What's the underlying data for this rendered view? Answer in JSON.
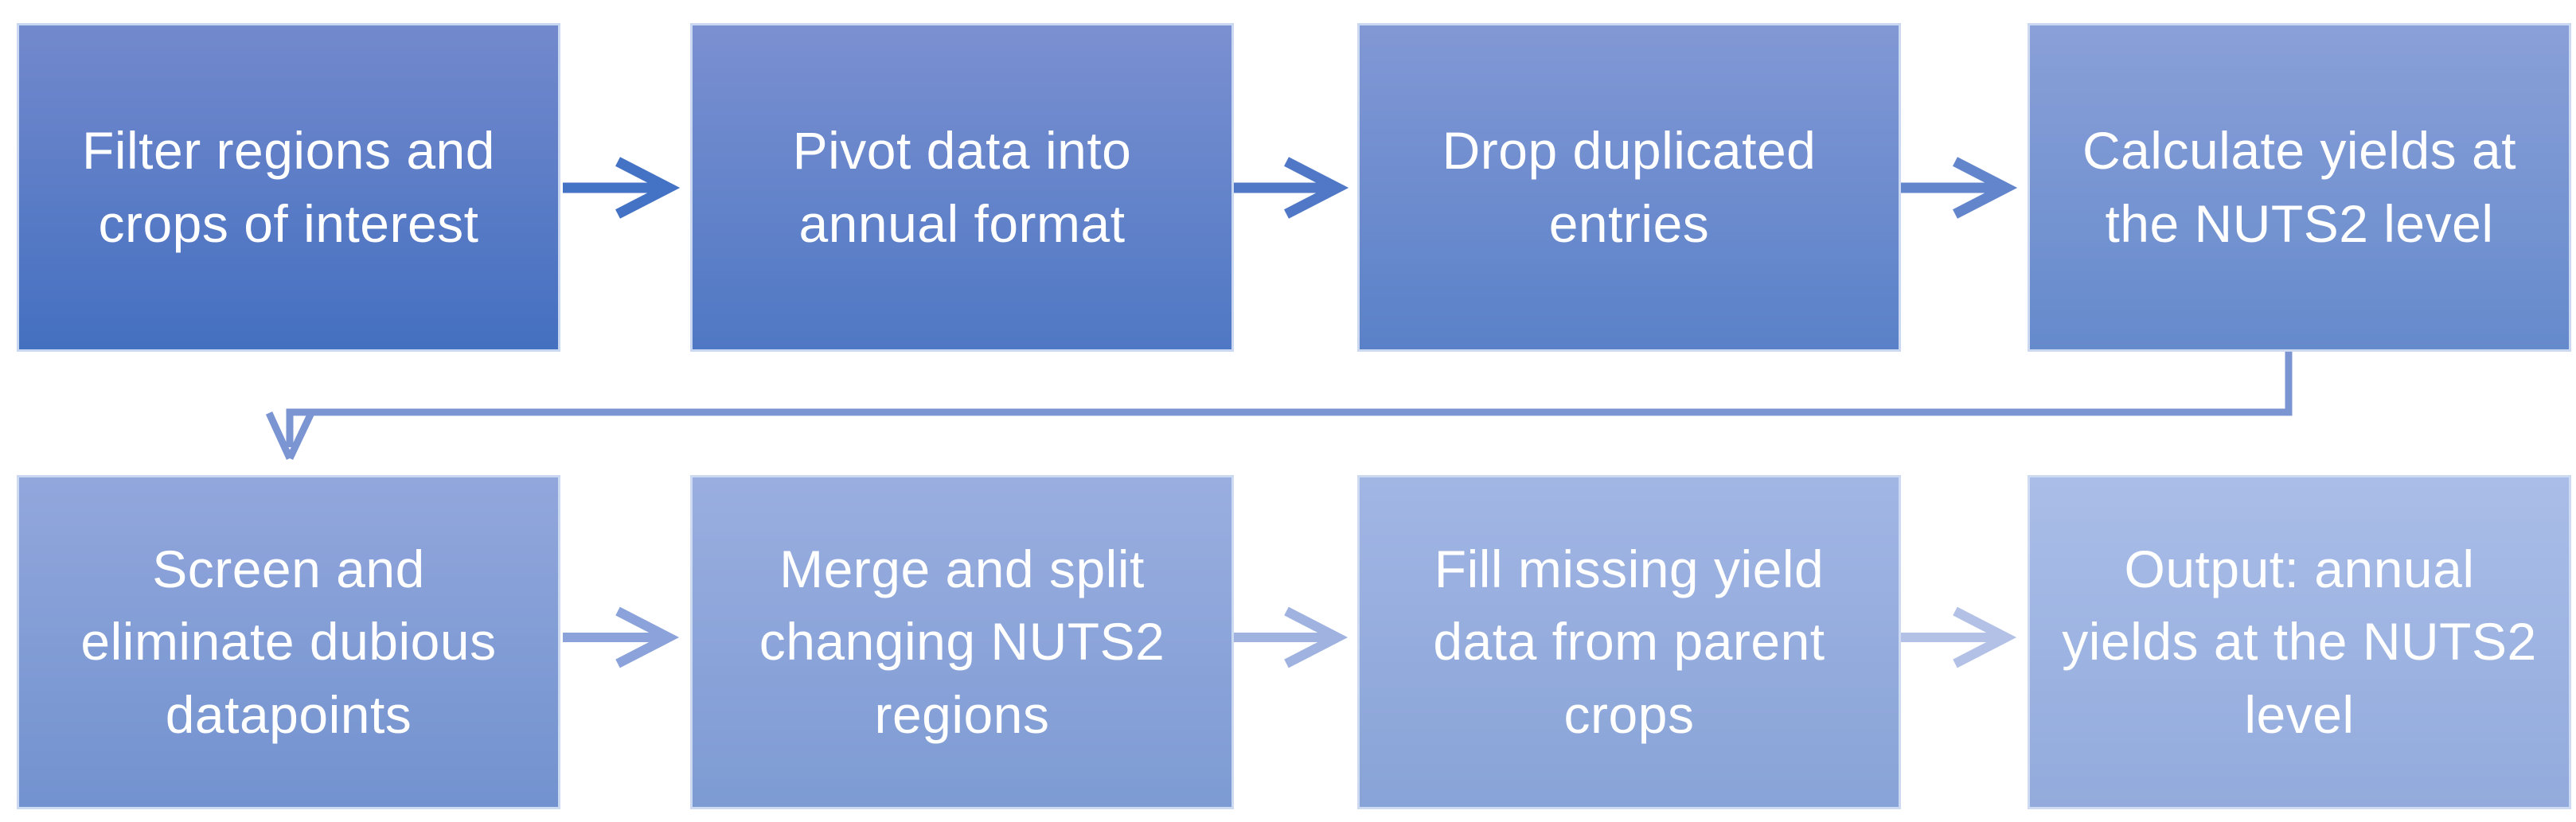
{
  "diagram": {
    "type": "flowchart",
    "background": "#ffffff",
    "text_color": "#ffffff",
    "steps": [
      {
        "id": 1,
        "label": "Filter regions and\ncrops of interest",
        "color_top": "#7389cd",
        "color_bottom": "#4470c0"
      },
      {
        "id": 2,
        "label": "Pivot data into\nannual format",
        "color_top": "#7b90d1",
        "color_bottom": "#4f78c4"
      },
      {
        "id": 3,
        "label": "Drop duplicated\nentries",
        "color_top": "#8298d5",
        "color_bottom": "#5a81c8"
      },
      {
        "id": 4,
        "label": "Calculate yields at\nthe NUTS2 level",
        "color_top": "#8aa0d8",
        "color_bottom": "#658acc"
      },
      {
        "id": 5,
        "label": "Screen and\neliminate dubious\ndatapoints",
        "color_top": "#92a7dc",
        "color_bottom": "#7292cf"
      },
      {
        "id": 6,
        "label": "Merge and split\nchanging NUTS2\nregions",
        "color_top": "#9aaee0",
        "color_bottom": "#7d9bd3"
      },
      {
        "id": 7,
        "label": "Fill missing yield\ndata from parent\ncrops",
        "color_top": "#a2b6e4",
        "color_bottom": "#88a3d7"
      },
      {
        "id": 8,
        "label": "Output: annual\nyields at the NUTS2\nlevel",
        "color_top": "#aabde8",
        "color_bottom": "#92abdc"
      }
    ],
    "connectors": [
      {
        "from": 1,
        "to": 2,
        "type": "straight",
        "color": "#4472c4"
      },
      {
        "from": 2,
        "to": 3,
        "type": "straight",
        "color": "#5078c6"
      },
      {
        "from": 3,
        "to": 4,
        "type": "straight",
        "color": "#6285cc"
      },
      {
        "from": 4,
        "to": 5,
        "type": "elbow",
        "color": "#7b94d2"
      },
      {
        "from": 5,
        "to": 6,
        "type": "straight",
        "color": "#8ba3da"
      },
      {
        "from": 6,
        "to": 7,
        "type": "straight",
        "color": "#9fb2e0"
      },
      {
        "from": 7,
        "to": 8,
        "type": "straight",
        "color": "#b3c1e6"
      }
    ]
  }
}
